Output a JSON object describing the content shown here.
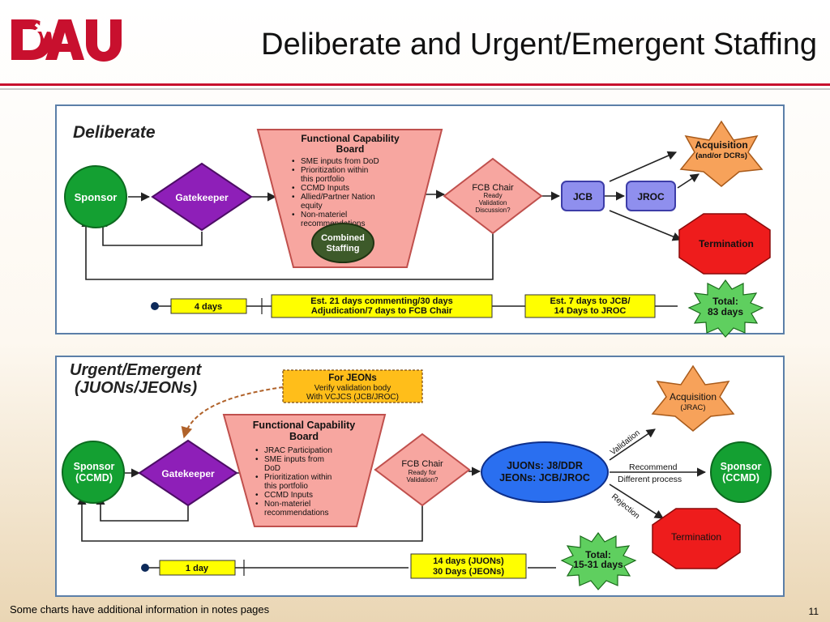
{
  "header": {
    "logo_text": "DAU",
    "title": "Deliberate and Urgent/Emergent Staffing"
  },
  "colors": {
    "brand_red": "#c8102e",
    "sponsor_green": "#14a032",
    "gatekeeper_purple": "#8e1fb8",
    "fcb_pink": "#f7a6a0",
    "jcb_blue": "#8f8fee",
    "acquisition_orange": "#f7a25a",
    "termination_red": "#ee1c1c",
    "timeline_yellow": "#ffff00",
    "total_green": "#5fcf5f",
    "juons_blue": "#2a6ff0"
  },
  "deliberate": {
    "heading": "Deliberate",
    "sponsor": "Sponsor",
    "gatekeeper": "Gatekeeper",
    "fcb_title_1": "Functional Capability",
    "fcb_title_2": "Board",
    "fcb_items": [
      "SME inputs from DoD",
      "Prioritization within",
      "this portfolio",
      "CCMD Inputs",
      "Allied/Partner Nation",
      "equity",
      "Non-materiel",
      "recommendations"
    ],
    "combined_1": "Combined",
    "combined_2": "Staffing",
    "fcb_chair_1": "FCB Chair",
    "fcb_chair_2": "Ready",
    "fcb_chair_3": "Validation",
    "fcb_chair_4": "Discussion?",
    "jcb": "JCB",
    "jroc": "JROC",
    "acquisition_1": "Acquisition",
    "acquisition_2": "(and/or DCRs)",
    "termination": "Termination",
    "timeline_1": "4 days",
    "timeline_2a": "Est. 21 days commenting/30 days",
    "timeline_2b": "Adjudication/7 days to FCB Chair",
    "timeline_3a": "Est. 7 days to JCB/",
    "timeline_3b": "14 Days to JROC",
    "total_1": "Total:",
    "total_2": "83 days"
  },
  "urgent": {
    "heading_1": "Urgent/Emergent",
    "heading_2": "(JUONs/JEONs)",
    "jeons_note_1": "For JEONs",
    "jeons_note_2": "Verify validation body",
    "jeons_note_3": "With VCJCS (JCB/JROC)",
    "sponsor_1": "Sponsor",
    "sponsor_2": "(CCMD)",
    "gatekeeper": "Gatekeeper",
    "fcb_title_1": "Functional Capability",
    "fcb_title_2": "Board",
    "fcb_items": [
      "JRAC Participation",
      "SME inputs from",
      "DoD",
      "Prioritization within",
      "this portfolio",
      "CCMD Inputs",
      "Non-materiel",
      "recommendations"
    ],
    "fcb_chair_1": "FCB Chair",
    "fcb_chair_2": "Ready for",
    "fcb_chair_3": "Validation?",
    "juons_1": "JUONs: J8/DDR",
    "juons_2": "JEONs: JCB/JROC",
    "validation": "Validation",
    "recommend": "Recommend",
    "different_process": "Different process",
    "rejection": "Rejection",
    "acquisition_1": "Acquisition",
    "acquisition_2": "(JRAC)",
    "sponsor_right_1": "Sponsor",
    "sponsor_right_2": "(CCMD)",
    "termination": "Termination",
    "timeline_1": "1 day",
    "timeline_2a": "14 days (JUONs)",
    "timeline_2b": "30 Days (JEONs)",
    "total_1": "Total:",
    "total_2": "15-31 days"
  },
  "footer": {
    "note": "Some charts have additional information in notes pages",
    "page": "11"
  }
}
